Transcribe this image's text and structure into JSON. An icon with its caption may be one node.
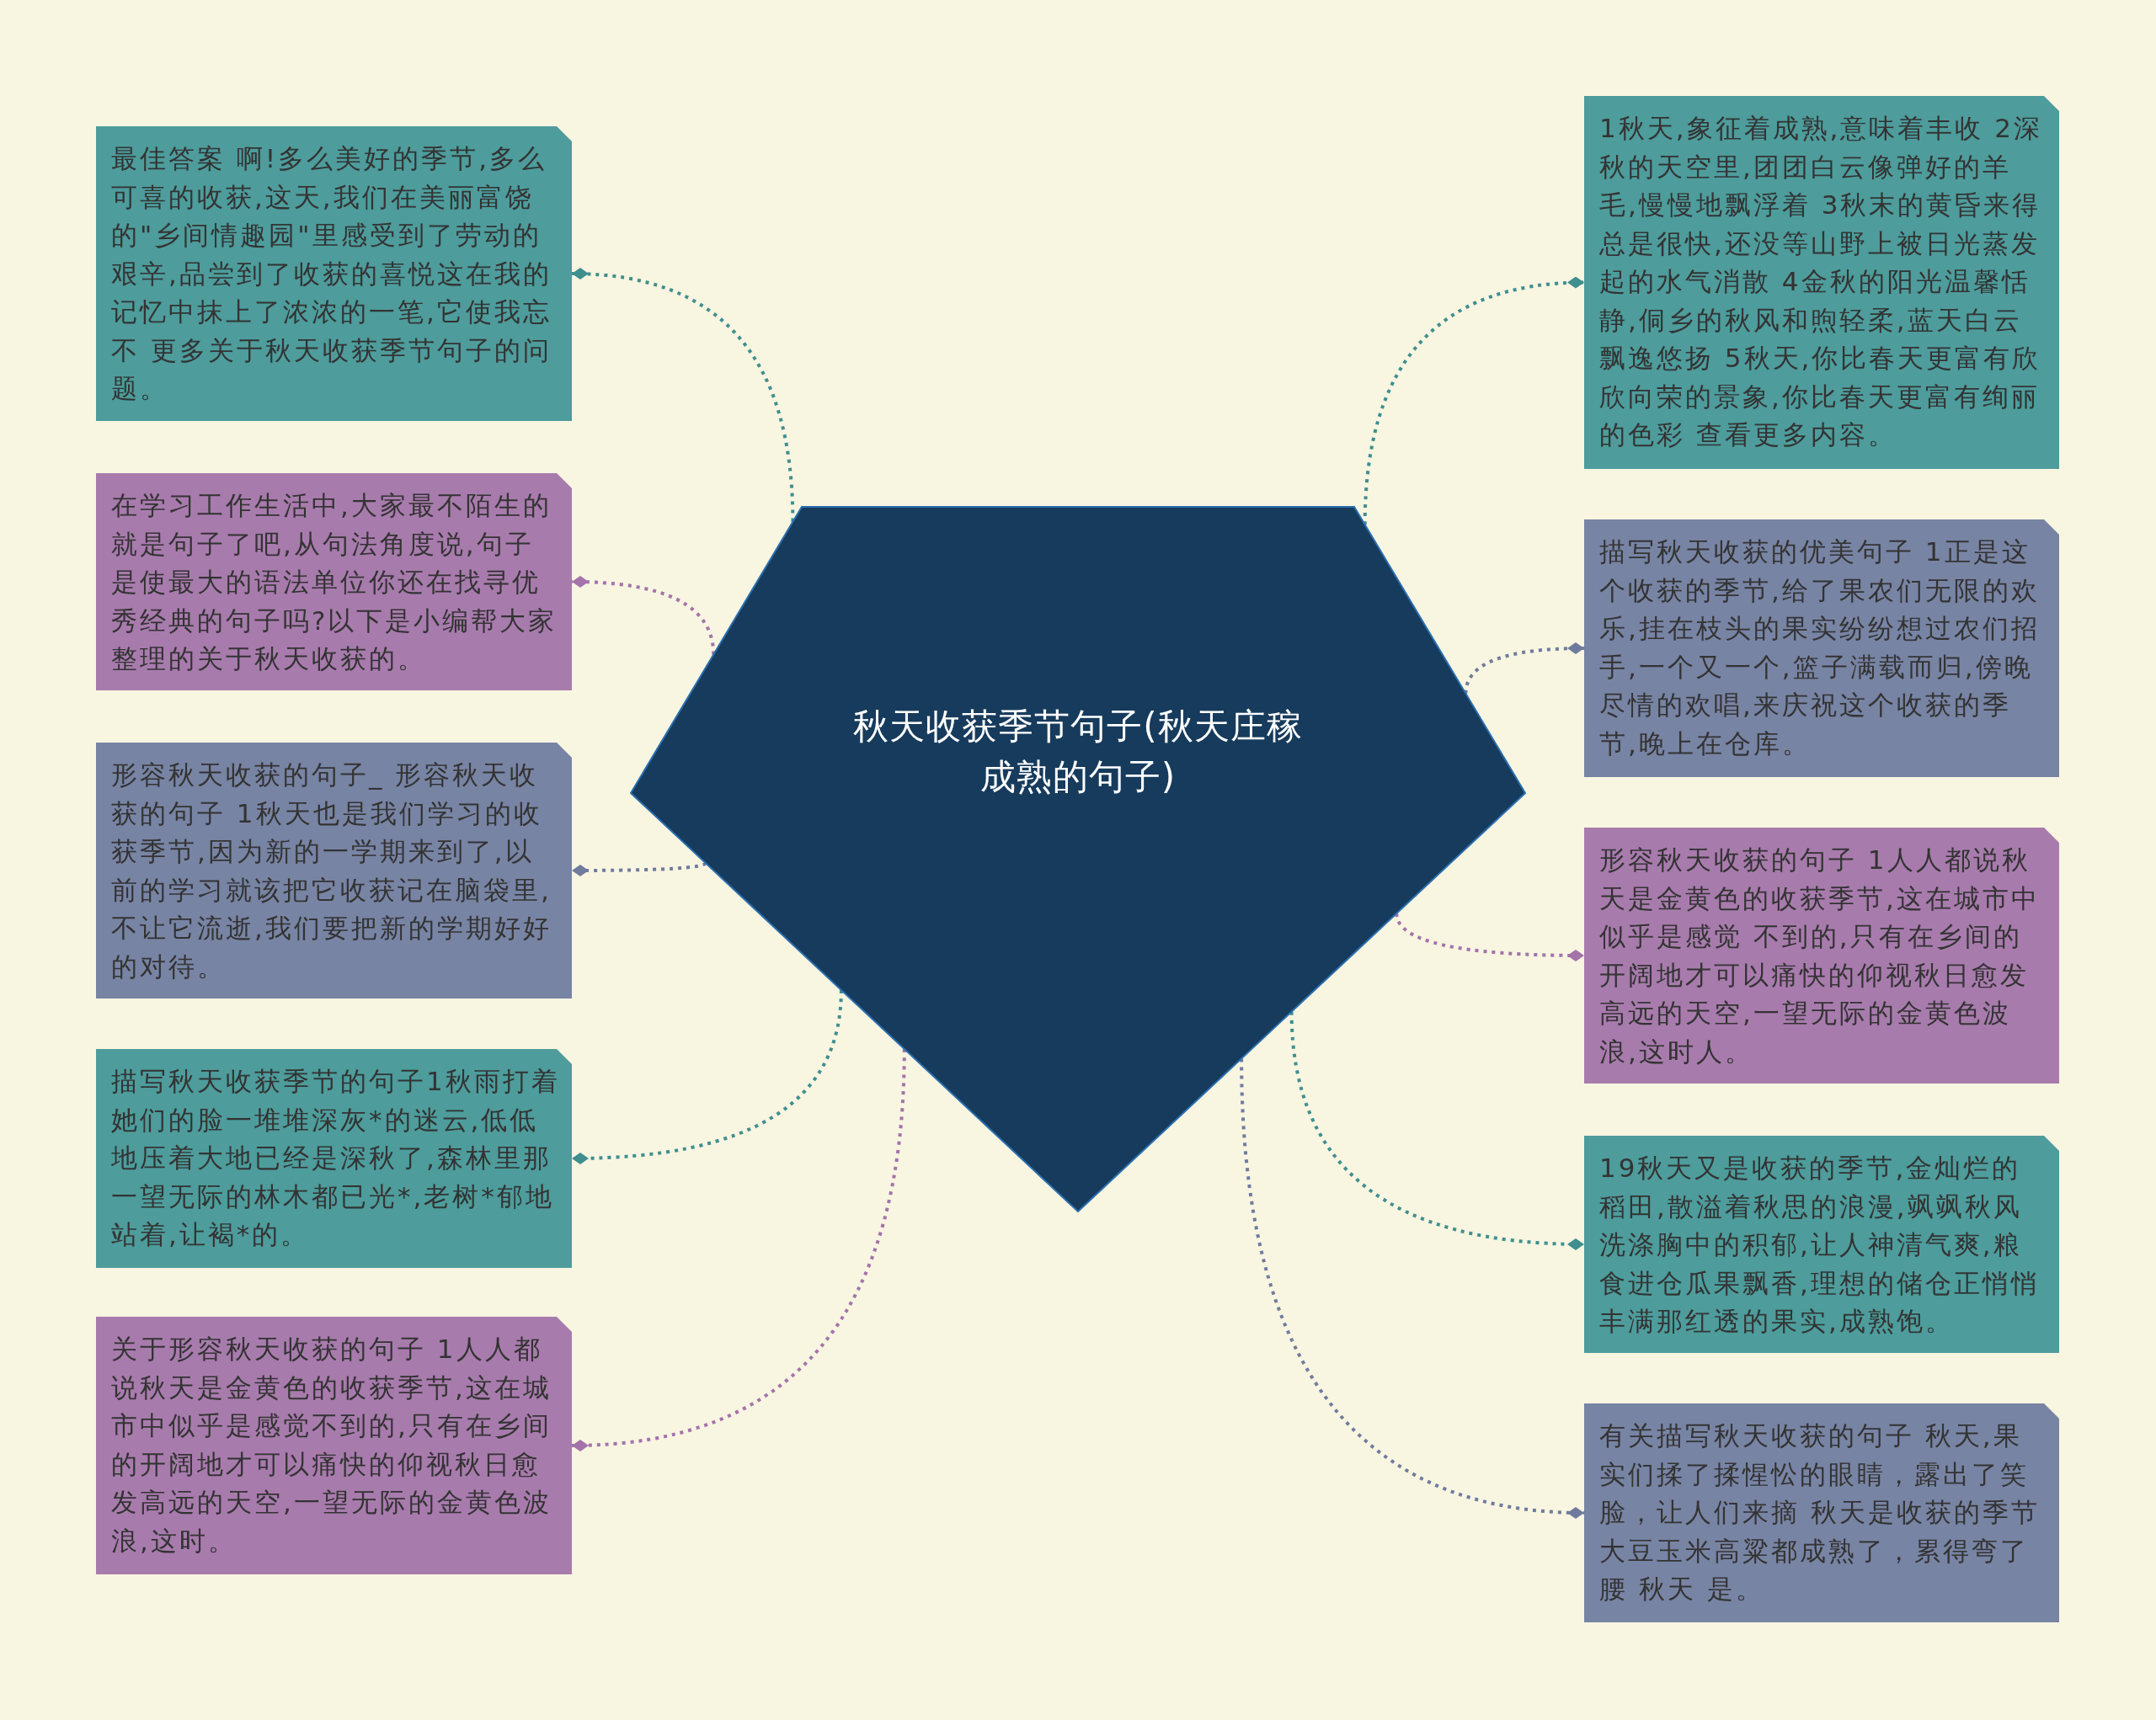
{
  "diagram": {
    "nodes": [
      {
        "text": [
          "秋天收获季节句子(秋天庄稼成熟的句子)"
        ]
      },
      {
        "text": [
          "最佳答案 啊!多么美好的季节,多么可喜的收获,这天,我们在美丽富饶的\"乡间情趣园\"里感受到了劳动的艰辛,品尝到了收获的喜悦这在我的记忆中抹上了浓浓的一笔,它使我忘不 更多关于秋天收获季节句子的问题。"
        ]
      },
      {
        "text": [
          "在学习工作生活中,大家最不陌生的就是句子了吧,从句法角度说,句子是使最大的语法单位你还在找寻优秀经典的句子吗?以下是小编帮大家整理的关于秋天收获的。"
        ]
      },
      {
        "text": [
          "形容秋天收获的句子_ 形容秋天收获的句子 1秋天也是我们学习的收获季节,因为新的一学期来到了,以前的学习就该把它收获记在脑袋里,不让它流逝,我们要把新的学期好好的对待。"
        ]
      },
      {
        "text": [
          "描写秋天收获季节的句子1秋雨打着她们的脸一堆堆深灰*的迷云,低低地压着大地已经是深秋了,森林里那一望无际的林木都已光*,老树*郁地站着,让褐*的。"
        ]
      },
      {
        "text": [
          "关于形容秋天收获的句子 1人人都说秋天是金黄色的收获季节,这在城市中似乎是感觉不到的,只有在乡间的开阔地才可以痛快的仰视秋日愈发高远的天空,一望无际的金黄色波浪,这时。"
        ]
      },
      {
        "text": [
          "1秋天,象征着成熟,意味着丰收 2深秋的天空里,团团白云像弹好的羊毛,慢慢地飘浮着 3秋末的黄昏来得总是很快,还没等山野上被日光蒸发起的水气消散 4金秋的阳光温馨恬静,侗乡的秋风和煦轻柔,蓝天白云飘逸悠扬 5秋天,你比春天更富有欣欣向荣的景象,你比春天更富有绚丽的色彩 查看更多内容。"
        ]
      },
      {
        "text": [
          "描写秋天收获的优美句子 1正是这个收获的季节,给了果农们无限的欢乐,挂在枝头的果实纷纷想过农们招手,一个又一个,篮子满载而归,傍晚尽情的欢唱,来庆祝这个收获的季节,晚上在仓库。"
        ]
      },
      {
        "text": [
          "形容秋天收获的句子 1人人都说秋天是金黄色的收获季节,这在城市中似乎是感觉 不到的,只有在乡间的开阔地才可以痛快的仰视秋日愈发高远的天空,一望无际的金黄色波浪,这时人。"
        ]
      },
      {
        "text": [
          "19秋天又是收获的季节,金灿烂的稻田,散溢着秋思的浪漫,飒飒秋风洗涤胸中的积郁,让人神清气爽,粮食进仓瓜果飘香,理想的储仓正悄悄丰满那红透的果实,成熟饱。"
        ]
      },
      {
        "text": [
          "有关描写秋天收获的句子 秋天,果实们揉了揉惺忪的眼睛，露出了笑脸，让人们来摘 秋天是收获的季节大豆玉米高粱都成熟了，累得弯了腰 秋天 是。"
        ]
      }
    ],
    "edges": [
      {
        "from": 0,
        "to": 1,
        "arrow": "other"
      },
      {
        "from": 0,
        "to": 2,
        "arrow": "other",
        "color": "#a373aa"
      },
      {
        "from": 0,
        "to": 3,
        "arrow": "other",
        "color": "#6f7b9e"
      },
      {
        "from": 0,
        "to": 4,
        "arrow": "other"
      },
      {
        "from": 0,
        "to": 5,
        "arrow": "other",
        "color": "#a373aa"
      },
      {
        "from": 0,
        "to": 6,
        "arrow": "other"
      },
      {
        "from": 0,
        "to": 7,
        "arrow": "other",
        "color": "#6f7b9e"
      },
      {
        "from": 0,
        "to": 8,
        "arrow": "other",
        "color": "#a373aa"
      },
      {
        "from": 0,
        "to": 9,
        "arrow": "other"
      },
      {
        "from": 0,
        "to": 10,
        "arrow": "other",
        "color": "#6f7b9e"
      }
    ]
  }
}
